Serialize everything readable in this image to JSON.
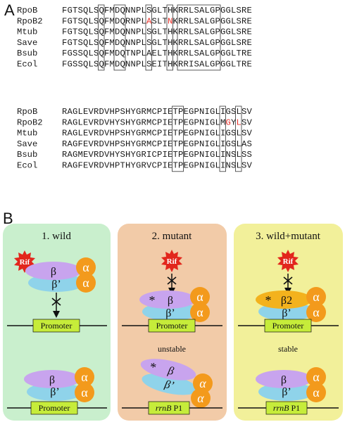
{
  "panel_a": {
    "letter": "A",
    "block1": [
      {
        "name": "RpoB",
        "seq": "FGTSQLSQFMDQNNPLSGLTHKRRLSALGPGGLSRE"
      },
      {
        "name": "RpoB2",
        "seq": "FGTSQLSQFMDQRNPLASLTNKRRLSALGPGGLSRE"
      },
      {
        "name": "Mtub",
        "seq": "FGTSQLSQFMDQNNPLSGLTHKRRLSALGPGGLSRE"
      },
      {
        "name": "Save",
        "seq": "FGTSQLSQFMDQNNPLSGLTHKRRLSALGPGGLSRE"
      },
      {
        "name": "Bsub",
        "seq": "FGSSQLSQFMDQTNPLAELTHKRRLSALGPGGLTRE"
      },
      {
        "name": "Ecol",
        "seq": "FGSSQLSQFMDQNNPLSEITHKRRISALGPGGLTRE"
      }
    ],
    "block2": [
      {
        "name": "RpoB",
        "seq": "RAGLEVRDVHPSHYGRMCPIETPEGPNIGLIGSLSV"
      },
      {
        "name": "RpoB2",
        "seq": "RAGLEVRDVHYSHYGRMCPIETPEGPNIGLMGYLSV"
      },
      {
        "name": "Mtub",
        "seq": "RAGLEVRDVHPSHYGRMCPIETPEGPNIGLIGSLSV"
      },
      {
        "name": "Save",
        "seq": "RAGFEVRDVHPSHYGRMCPIETPEGPNIGLIGSLAS"
      },
      {
        "name": "Bsub",
        "seq": "RAGMEVRDVHYSHYGRICPIETPEGPNIGLINSLSS"
      },
      {
        "name": "Ecol",
        "seq": "RAGFEVRDVHPTHYGRVCPIETPEGPNIGLINSLSV"
      }
    ],
    "mutation_color": "#e8312a",
    "mutations_block1": [
      16,
      20
    ],
    "mutations_block2": [
      31,
      33
    ]
  },
  "panel_b": {
    "letter": "B",
    "panels": [
      {
        "title": "1. wild",
        "bg": "#c9efcd"
      },
      {
        "title": "2. mutant",
        "bg": "#f2cba8"
      },
      {
        "title": "3. wild+mutant",
        "bg": "#f2f09a"
      }
    ],
    "rif_label": "Rif",
    "alpha": "α",
    "beta": "β",
    "beta_prime": "β’",
    "beta2": "β2",
    "star": "*",
    "promoter": "Promoter",
    "rrnb": "rrnB",
    "p1": " P1",
    "unstable": "unstable",
    "stable": "stable",
    "colors": {
      "beta": "#c8a4ee",
      "beta_prime": "#8fd3ea",
      "beta2": "#f3b21d",
      "alpha": "#f39a1c",
      "promoter": "#c6ec3a",
      "rif": "#e2261c"
    }
  }
}
